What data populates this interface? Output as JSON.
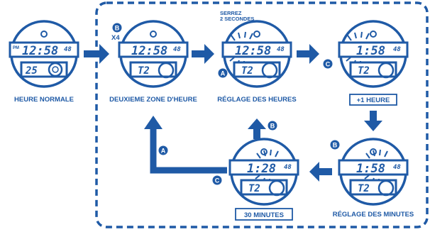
{
  "colors": {
    "primary": "#1f5aa6",
    "background": "#ffffff"
  },
  "watches": {
    "normal": {
      "time": "12:58",
      "seconds": "48",
      "lower": "25",
      "caption": "HEURE NORMALE"
    },
    "zone2": {
      "time": "12:58",
      "seconds": "48",
      "lower": "T2",
      "caption": "DEUXIEME ZONE D'HEURE"
    },
    "hours": {
      "time": "12:58",
      "seconds": "48",
      "lower": "T2",
      "caption": "RÉGLAGE DES HEURES"
    },
    "plus1": {
      "time": "1:58",
      "seconds": "48",
      "lower": "T2",
      "caption": "+1 HEURE"
    },
    "minutes": {
      "time": "1:58",
      "seconds": "48",
      "lower": "T2",
      "caption": "RÉGLAGE DES MINUTES"
    },
    "thirty": {
      "time": "1:28",
      "seconds": "48",
      "lower": "T2",
      "caption": "30 MINUTES"
    }
  },
  "buttons": {
    "a": "A",
    "b": "B",
    "c": "C"
  },
  "labels": {
    "x4": "X4",
    "press_line1": "SERREZ",
    "press_line2": "2 SECONDES",
    "pm": "PM"
  }
}
